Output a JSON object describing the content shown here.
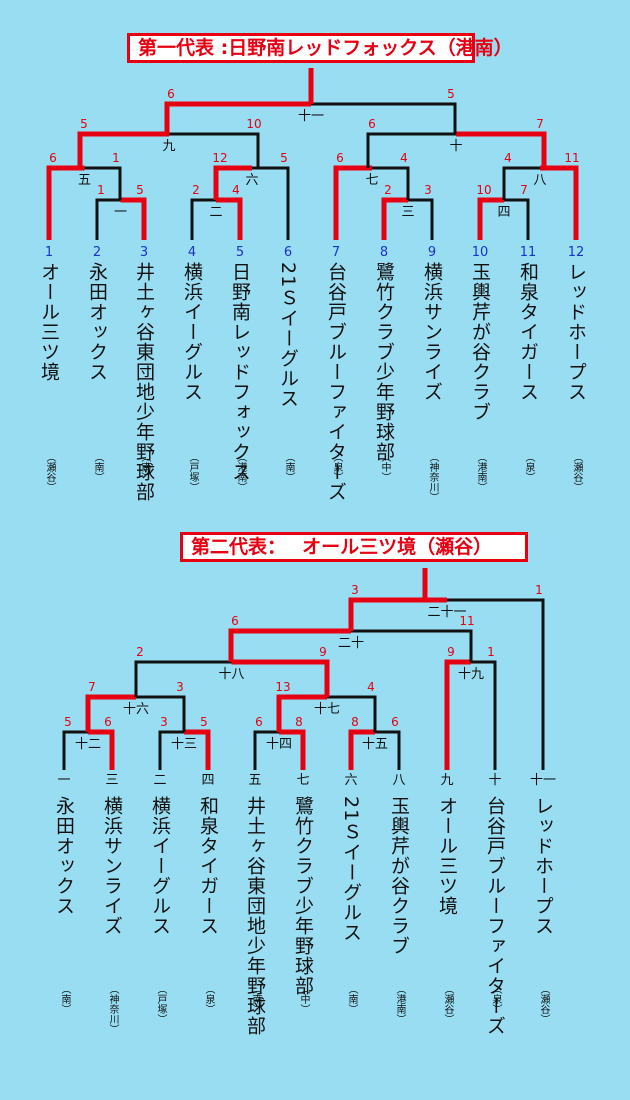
{
  "first_bracket": {
    "banner": "第一代表 :日野南レッドフォックス（港南）",
    "teams": [
      {
        "seed": "1",
        "name": "オール三ツ境",
        "area": "（瀬谷）"
      },
      {
        "seed": "2",
        "name": "永田オックス",
        "area": "（南）"
      },
      {
        "seed": "3",
        "name": "井土ヶ谷東団地少年野球部",
        "area": "（南）"
      },
      {
        "seed": "4",
        "name": "横浜イーグルス",
        "area": "（戸塚）"
      },
      {
        "seed": "5",
        "name": "日野南レッドフォックス",
        "area": "（港南）"
      },
      {
        "seed": "6",
        "name": "21Ｓイーグルス",
        "area": "（南）"
      },
      {
        "seed": "7",
        "name": "台谷戸ブルーファイターズ",
        "area": "（泉）"
      },
      {
        "seed": "8",
        "name": "鷺竹クラブ少年野球部",
        "area": "（中）"
      },
      {
        "seed": "9",
        "name": "横浜サンライズ",
        "area": "（神奈川）"
      },
      {
        "seed": "10",
        "name": "玉輿芹が谷クラブ",
        "area": "（港南）"
      },
      {
        "seed": "11",
        "name": "和泉タイガース",
        "area": "（泉）"
      },
      {
        "seed": "12",
        "name": "レッドホープス",
        "area": "（瀬谷）"
      }
    ],
    "match_labels": [
      "一",
      "二",
      "三",
      "四",
      "五",
      "六",
      "七",
      "八",
      "九",
      "十",
      "十一"
    ],
    "scores": [
      "1",
      "5",
      "2",
      "4",
      "2",
      "3",
      "10",
      "7",
      "6",
      "1",
      "12",
      "5",
      "6",
      "4",
      "4",
      "11",
      "5",
      "10",
      "6",
      "7",
      "6",
      "5"
    ]
  },
  "second_bracket": {
    "banner": "第二代表：　 オール三ツ境（瀬谷）",
    "teams": [
      {
        "seed": "一",
        "name": "永田オックス",
        "area": "（南）"
      },
      {
        "seed": "三",
        "name": "横浜サンライズ",
        "area": "（神奈川）"
      },
      {
        "seed": "二",
        "name": "横浜イーグルス",
        "area": "（戸塚）"
      },
      {
        "seed": "四",
        "name": "和泉タイガース",
        "area": "（泉）"
      },
      {
        "seed": "五",
        "name": "井土ヶ谷東団地少年野球部",
        "area": "（南）"
      },
      {
        "seed": "七",
        "name": "鷺竹クラブ少年野球部",
        "area": "（中）"
      },
      {
        "seed": "六",
        "name": "21Ｓイーグルス",
        "area": "（南）"
      },
      {
        "seed": "八",
        "name": "玉輿芹が谷クラブ",
        "area": "（港南）"
      },
      {
        "seed": "九",
        "name": "オール三ツ境",
        "area": "（瀬谷）"
      },
      {
        "seed": "十",
        "name": "台谷戸ブルーファイターズ",
        "area": "（泉）"
      },
      {
        "seed": "十一",
        "name": "レッドホープス",
        "area": "（瀬谷）"
      }
    ],
    "match_labels": [
      "十二",
      "十三",
      "十四",
      "十五",
      "十六",
      "十七",
      "十八",
      "十九",
      "二十",
      "二十一"
    ],
    "scores": [
      "5",
      "6",
      "3",
      "5",
      "6",
      "8",
      "8",
      "6",
      "7",
      "3",
      "13",
      "4",
      "2",
      "9",
      "9",
      "1",
      "6",
      "11",
      "3",
      "1"
    ]
  },
  "colors": {
    "background": "#99ddf2",
    "win_line": "#e60012",
    "line": "#111111",
    "seed_blue": "#1a33cc",
    "score_red": "#e60012"
  }
}
